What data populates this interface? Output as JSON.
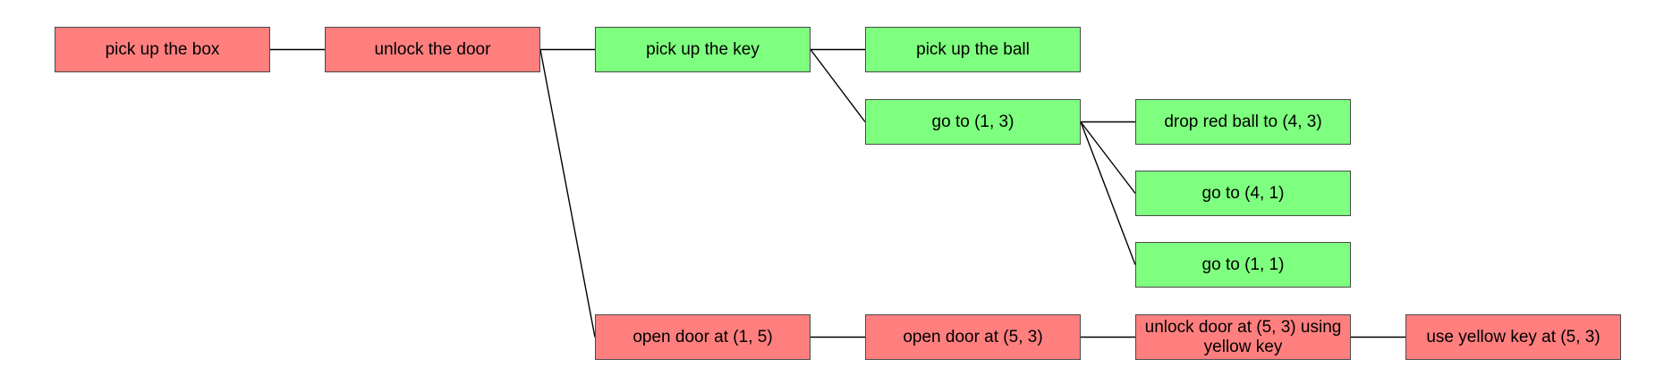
{
  "colors": {
    "red": "#ff7f7f",
    "green": "#7fff7f",
    "line": "#000000"
  },
  "nodes": {
    "n1": {
      "label": "pick up the box",
      "fill": "red"
    },
    "n2": {
      "label": "unlock the door",
      "fill": "red"
    },
    "n3": {
      "label": "pick up the key",
      "fill": "green"
    },
    "n4": {
      "label": "pick up the ball",
      "fill": "green"
    },
    "n5": {
      "label": "go to (1, 3)",
      "fill": "green"
    },
    "n6": {
      "label": "drop red ball to (4, 3)",
      "fill": "green"
    },
    "n7": {
      "label": "go to (4, 1)",
      "fill": "green"
    },
    "n8": {
      "label": "go to (1, 1)",
      "fill": "green"
    },
    "n9": {
      "label": "open door at (1, 5)",
      "fill": "red"
    },
    "n10": {
      "label": "open door at (5, 3)",
      "fill": "red"
    },
    "n11": {
      "label": "unlock door at (5, 3) using yellow key",
      "fill": "red"
    },
    "n12": {
      "label": "use yellow key at (5, 3)",
      "fill": "red"
    }
  },
  "edges": [
    [
      "n1",
      "n2"
    ],
    [
      "n2",
      "n3"
    ],
    [
      "n3",
      "n4"
    ],
    [
      "n3",
      "n5"
    ],
    [
      "n5",
      "n6"
    ],
    [
      "n5",
      "n7"
    ],
    [
      "n5",
      "n8"
    ],
    [
      "n2",
      "n9"
    ],
    [
      "n9",
      "n10"
    ],
    [
      "n10",
      "n11"
    ],
    [
      "n11",
      "n12"
    ]
  ]
}
